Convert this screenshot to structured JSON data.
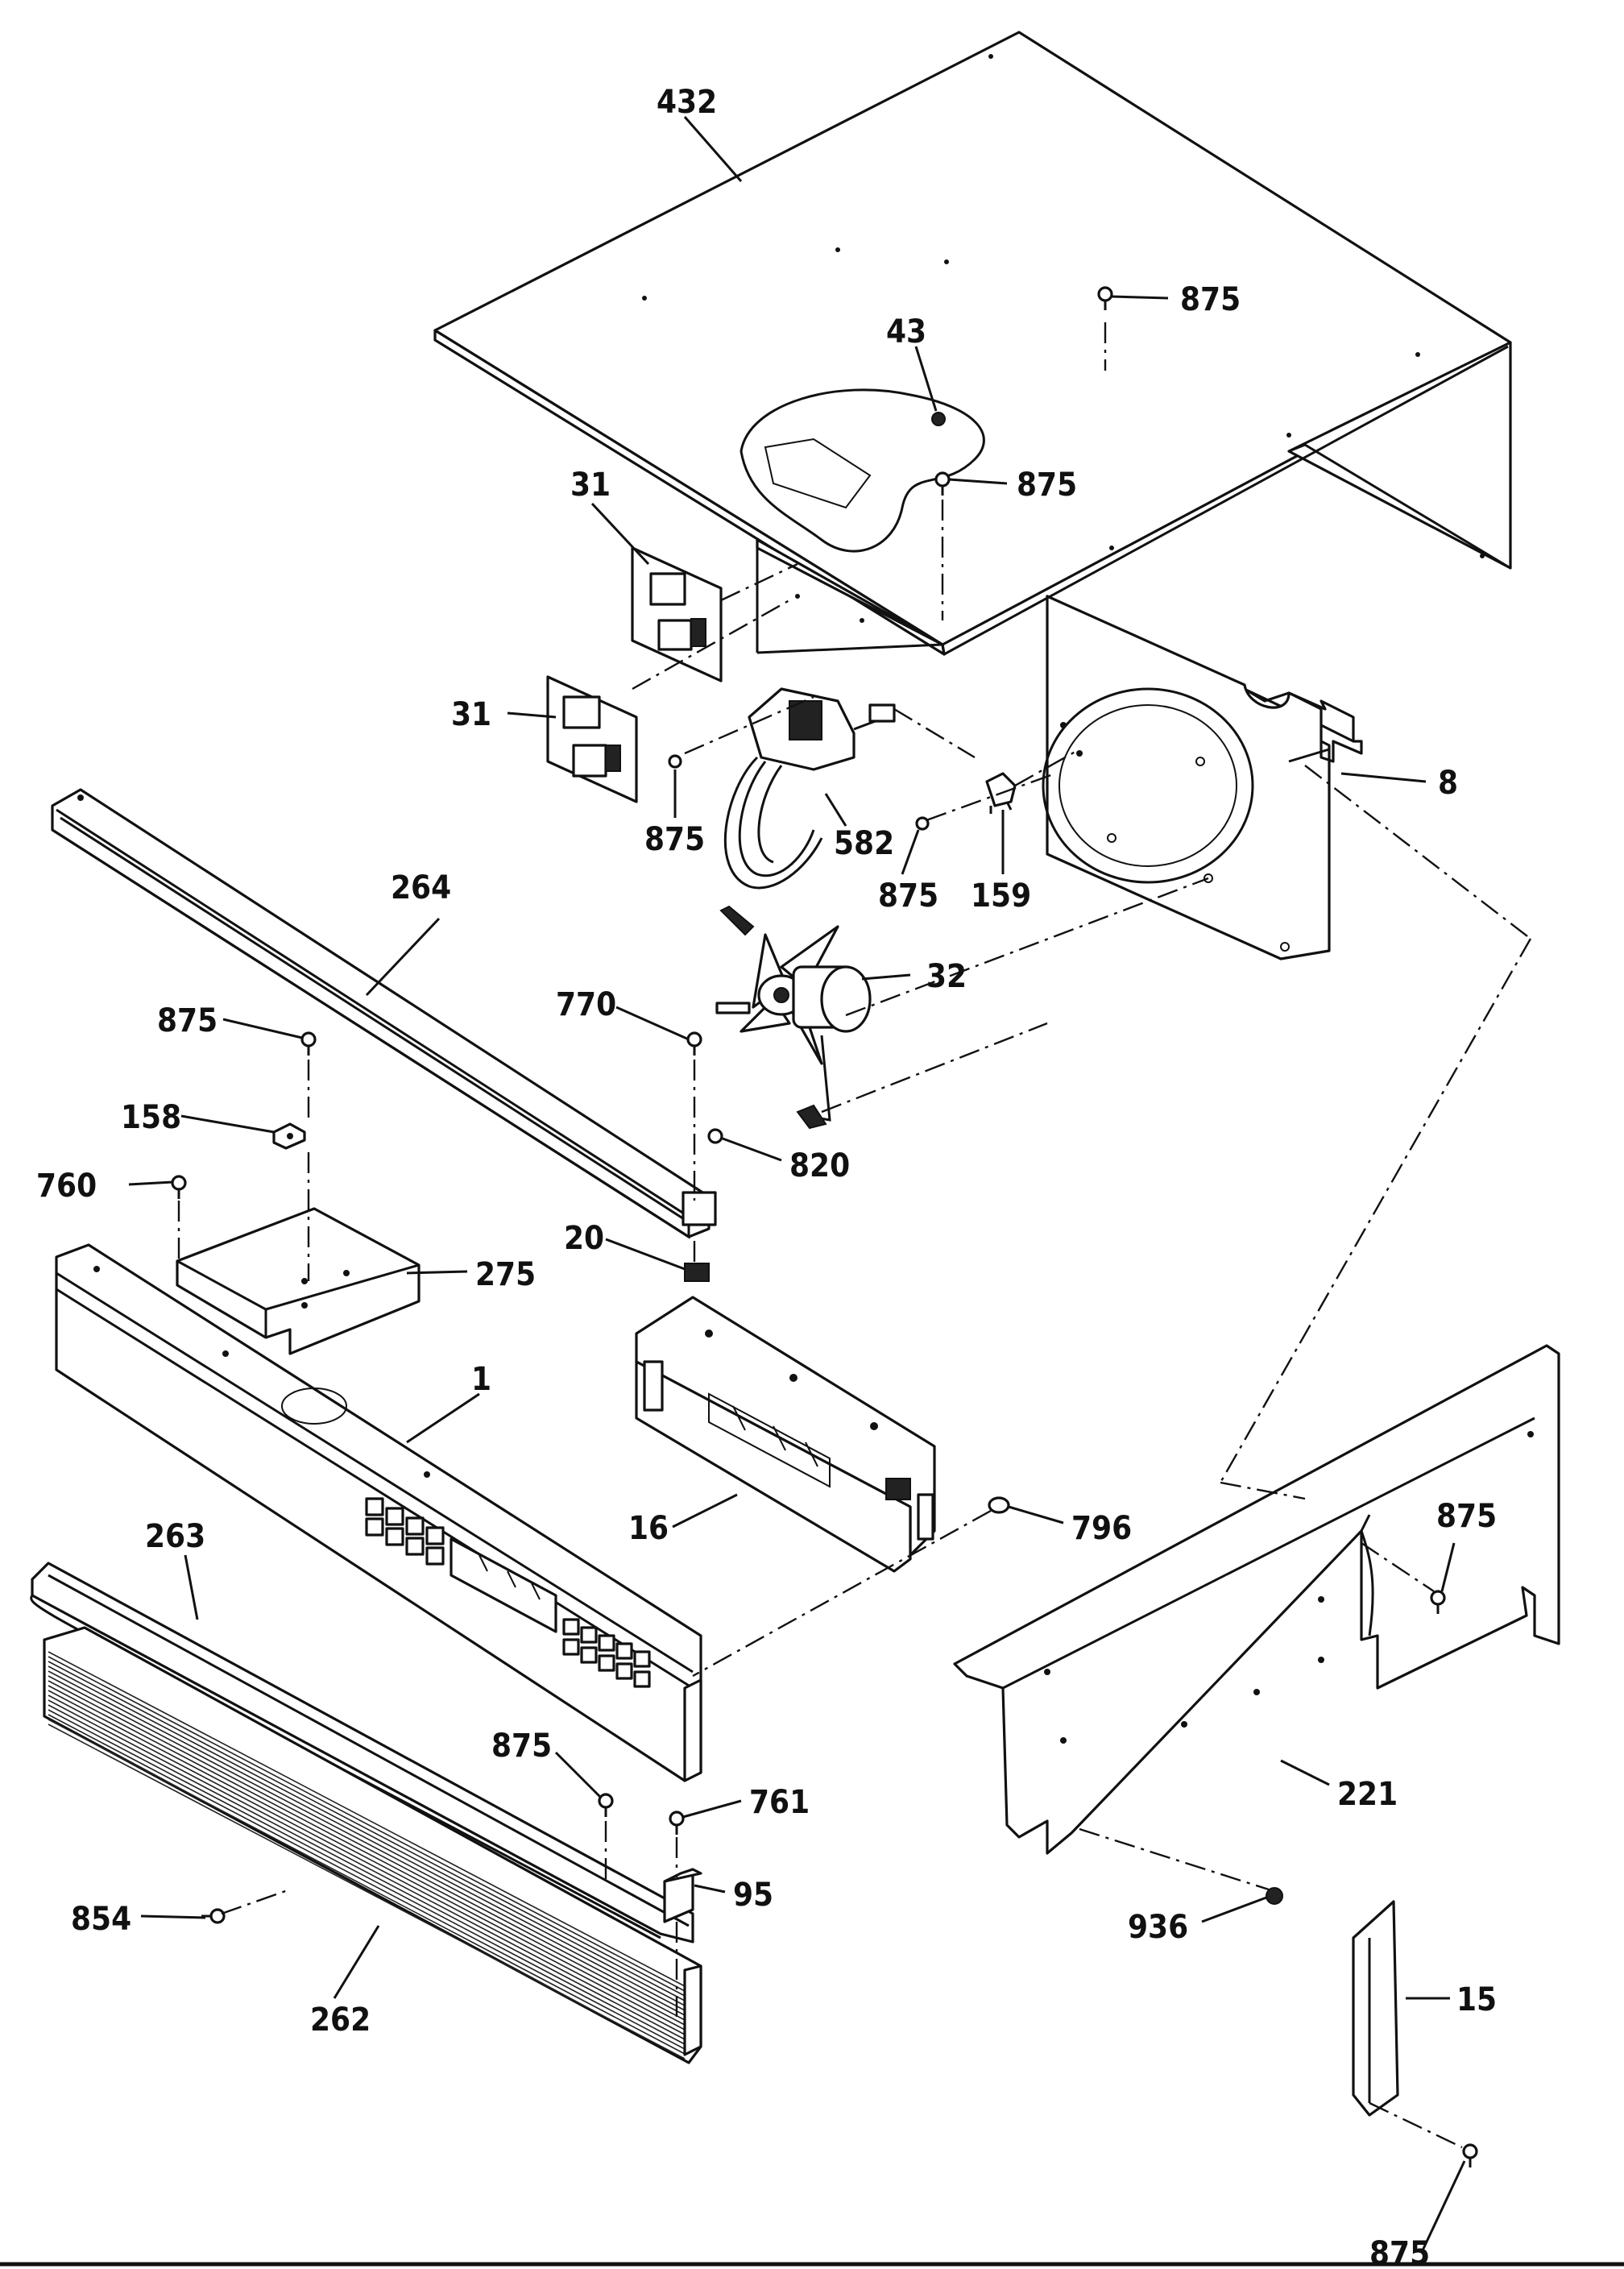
{
  "labels": {
    "p432": "432",
    "p875_a": "875",
    "p43": "43",
    "p875_b": "875",
    "p31_a": "31",
    "p31_b": "31",
    "p875_c": "875",
    "p582": "582",
    "p875_d": "875",
    "p159": "159",
    "p8": "8",
    "p264": "264",
    "p32": "32",
    "p770": "770",
    "p875_e": "875",
    "p158": "158",
    "p820": "820",
    "p760": "760",
    "p20": "20",
    "p275": "275",
    "p1": "1",
    "p16": "16",
    "p796": "796",
    "p263": "263",
    "p875_f": "875",
    "p875_g": "875",
    "p761": "761",
    "p95": "95",
    "p854": "854",
    "p262": "262",
    "p221": "221",
    "p936": "936",
    "p15": "15",
    "p875_h": "875"
  }
}
